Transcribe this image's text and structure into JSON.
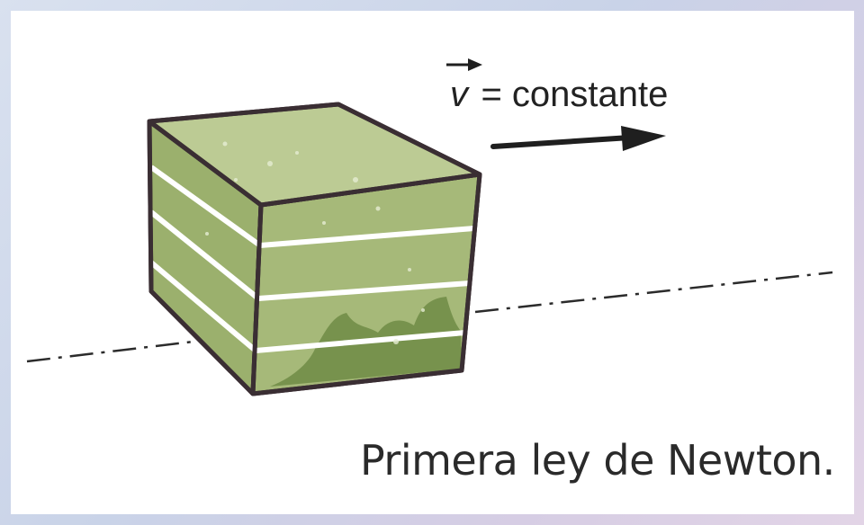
{
  "equation": {
    "variable": "v",
    "rest": "= constante"
  },
  "caption": "Primera ley de Newton.",
  "colors": {
    "block_top": "#b9c88f",
    "block_front": "#a3b677",
    "block_side": "#8fa566",
    "outline": "#3a2e33",
    "stain": "#6f8b45",
    "text": "#222222"
  }
}
